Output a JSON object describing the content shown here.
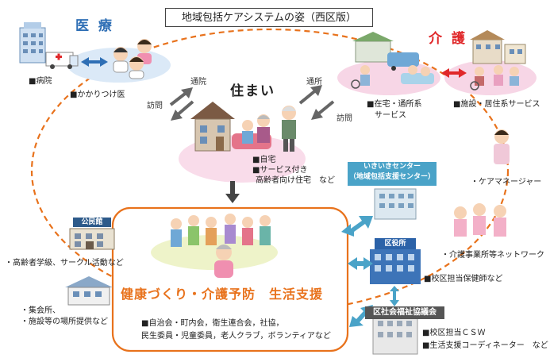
{
  "title": "地域包括ケアシステムの姿（西区版）",
  "medical": {
    "heading": "医 療",
    "hospital_label": "■病院",
    "family_doctor_label": "■かかりつけ医"
  },
  "care": {
    "heading": "介 護",
    "home_service_label_1": "■在宅・通所系",
    "home_service_label_2": "サービス",
    "facility_label": "■施設・居住系サービス",
    "care_manager_label": "・ケアマネージャー",
    "care_office_label": "・介護事業所等ネットワーク"
  },
  "home": {
    "heading": "住まい",
    "item_1": "■自宅",
    "item_2": "■サービス付き",
    "item_3": "高齢者向け住宅　など"
  },
  "arrows": {
    "tsuin": "通院",
    "houmon_left": "訪問",
    "tsusho": "通所",
    "houmon_right": "訪問"
  },
  "community": {
    "kominkan_sign": "公民館",
    "kominkan_label": "・高齢者学級、サークル活動など",
    "assembly_label_1": "・集会所、",
    "assembly_label_2": "・施設等の場所提供など"
  },
  "health": {
    "heading": "健康づくり・介護予防　生活支援",
    "groups_1": "■自治会・町内会，衛生連合会，社協，",
    "groups_2": "民生委員・児童委員，老人クラブ，ボランティアなど"
  },
  "ikiiki": {
    "name_1": "いきいきセンター",
    "name_2": "（地域包括支援センター）"
  },
  "ward": {
    "sign": "区役所",
    "label": "■校区担当保健師など"
  },
  "social_welfare": {
    "name": "区社会福祉協議会",
    "label_1": "■校区担当ＣＳＷ",
    "label_2": "■生活支援コーディネーター　など"
  },
  "colors": {
    "medical_blue": "#2f6fb5",
    "care_red": "#e0282a",
    "health_orange": "#e8721c",
    "pink_bubble": "#f7d6e6",
    "dashed_circle": "#e8721c"
  }
}
